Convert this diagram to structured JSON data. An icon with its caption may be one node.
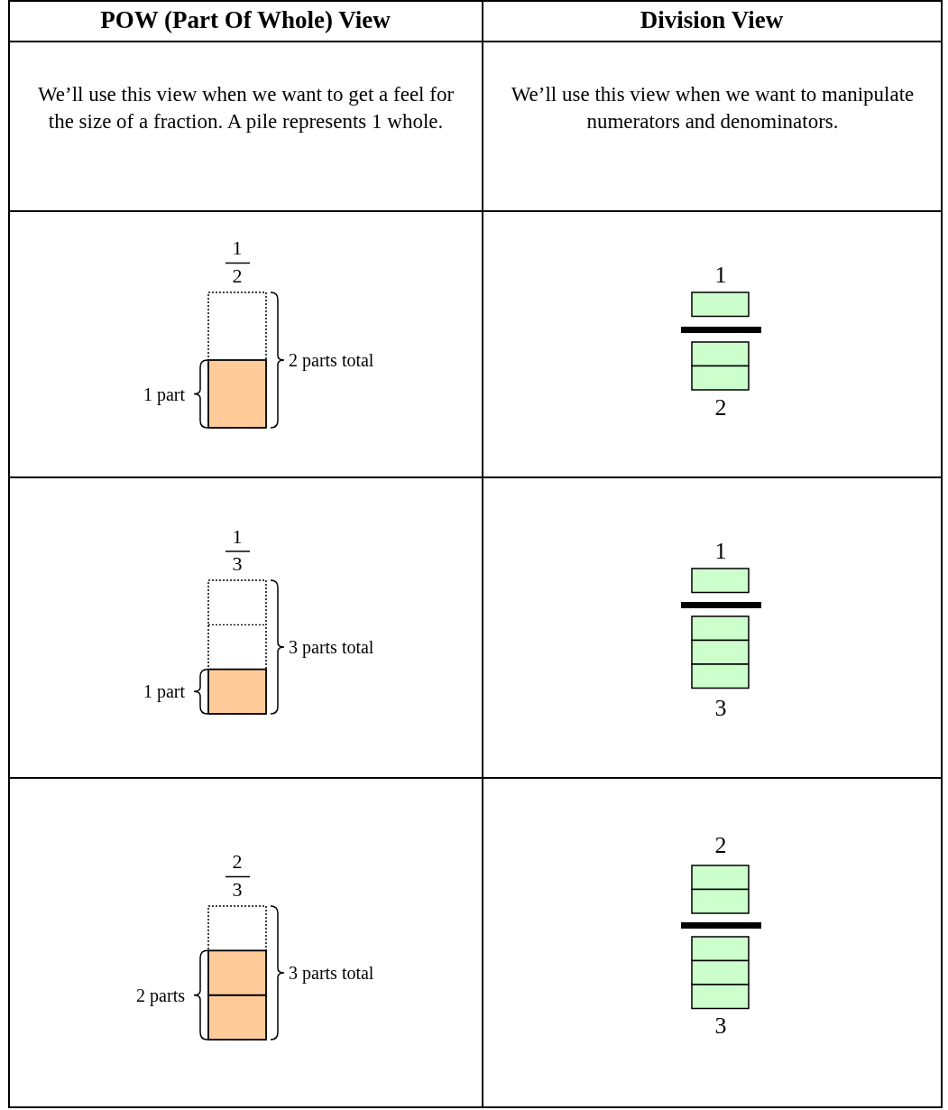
{
  "diagram": {
    "labels": [
      "POW (Part Of Whole) View",
      "Division View",
      "We’ll use this view when we want to get a feel for the size of a fraction. A pile represents 1 whole.",
      "We’ll use this view when we want to manipulate numerators and denominators.",
      "1",
      "2",
      "2 parts total",
      "1 part",
      "1",
      "2",
      "1",
      "3",
      "3 parts total",
      "1 part",
      "1",
      "3",
      "2",
      "3",
      "3 parts total",
      "2 parts",
      "2",
      "3"
    ]
  }
}
